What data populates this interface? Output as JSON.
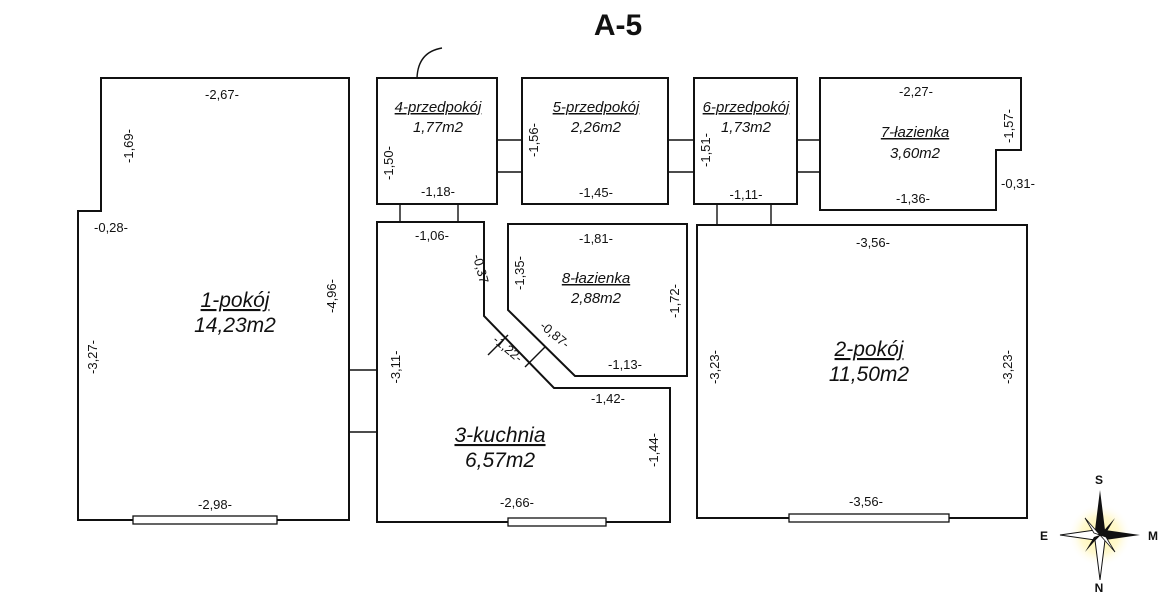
{
  "title": "A-5",
  "rooms": {
    "r1": {
      "name": "1-pokój",
      "area": "14,23m2"
    },
    "r2": {
      "name": "2-pokój",
      "area": "11,50m2"
    },
    "r3": {
      "name": "3-kuchnia",
      "area": "6,57m2"
    },
    "r4": {
      "name": "4-przedpokój",
      "area": "1,77m2"
    },
    "r5": {
      "name": "5-przedpokój",
      "area": "2,26m2"
    },
    "r6": {
      "name": "6-przedpokój",
      "area": "1,73m2"
    },
    "r7": {
      "name": "7-łazienka",
      "area": "3,60m2"
    },
    "r8": {
      "name": "8-łazienka",
      "area": "2,88m2"
    }
  },
  "dims": {
    "d267": "-2,67-",
    "d169": "-1,69-",
    "d028": "-0,28-",
    "d327": "-3,27-",
    "d496": "-4,96-",
    "d298": "-2,98-",
    "d150": "-1,50-",
    "d118": "-1,18-",
    "d106": "-1,06-",
    "d156": "-1,56-",
    "d145": "-1,45-",
    "d151": "-1,51-",
    "d111": "-1,11-",
    "d227": "-2,27-",
    "d157": "-1,57-",
    "d031": "-0,31-",
    "d136": "-1,36-",
    "d181": "-1,81-",
    "d135": "-1,35-",
    "d172": "-1,72-",
    "d087": "-0,87-",
    "d113": "-1,13-",
    "d037": "-0,37-",
    "d122": "-1,22-",
    "d142": "-1,42-",
    "d144": "-1,44-",
    "d311": "-3,11-",
    "d266": "-2,66-",
    "d356a": "-3,56-",
    "d323a": "-3,23-",
    "d323b": "-3,23-",
    "d356b": "-3,56-"
  },
  "compass": {
    "s": "S",
    "e": "E",
    "m": "M",
    "n": "N"
  }
}
